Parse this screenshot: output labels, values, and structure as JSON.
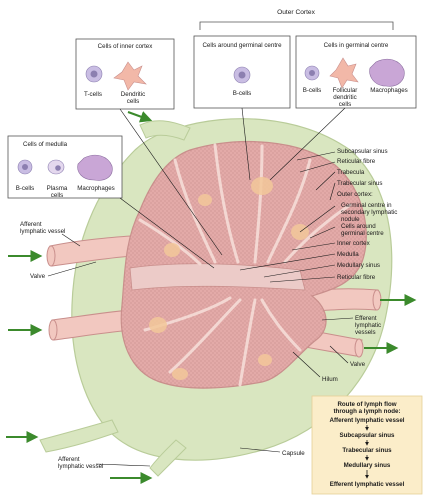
{
  "header": {
    "outer_cortex": "Outer Cortex"
  },
  "boxes": {
    "inner_cortex": {
      "title": "Cells of inner cortex",
      "cells": [
        "T-cells",
        "Dendritic cells"
      ]
    },
    "germinal_around": {
      "title": "Cells around germinal centre",
      "cells": [
        "B-cells"
      ]
    },
    "germinal_in": {
      "title": "Cells in germinal centre",
      "cells": [
        "B-cells",
        "Follicular dendritic cells",
        "Macrophages"
      ]
    },
    "medulla": {
      "title": "Cells of medulla",
      "cells": [
        "B-cells",
        "Plasma cells",
        "Macrophages"
      ]
    }
  },
  "right_labels": {
    "subcapsular_sinus": "Subcapsular sinus",
    "reticular_fibre": "Reticular fibre",
    "trabecula": "Trabecula",
    "trabecular_sinus": "Trabecular sinus",
    "outer_cortex": "Outer cortex:",
    "germinal_centre": "Germinal centre in secondary lymphatic nodule",
    "cells_around_germinal": "Cells around germinal centre",
    "inner_cortex": "Inner cortex",
    "medulla": "Medulla",
    "medullary_sinus": "Medullary sinus",
    "reticular_fibre_2": "Reticular fibre",
    "efferent_vessels": "Efferent lymphatic vessels",
    "valve_right": "Valve",
    "hilum": "Hilum",
    "capsule": "Capsule"
  },
  "left_labels": {
    "afferent_top": "Afferent lymphatic vessel",
    "valve_left": "Valve",
    "afferent_bottom": "Afferent lymphatic vessel"
  },
  "route": {
    "title": "Route of lymph flow through a lymph node:",
    "steps": [
      "Afferent lymphatic vessel",
      "Subcapsular sinus",
      "Trabecular sinus",
      "Medullary sinus",
      "Efferent lymphatic vessel"
    ]
  },
  "colors": {
    "capsule": "#d9e6c0",
    "capsule_edge": "#b9cc99",
    "tissue": "#e7b7b4",
    "tissue_dark": "#c98f8c",
    "nodule": "#f3c89a",
    "vessel": "#f2c8c0",
    "arrow": "#3b8a2c",
    "route_bg": "#fbedc9",
    "box_line": "#555555"
  }
}
